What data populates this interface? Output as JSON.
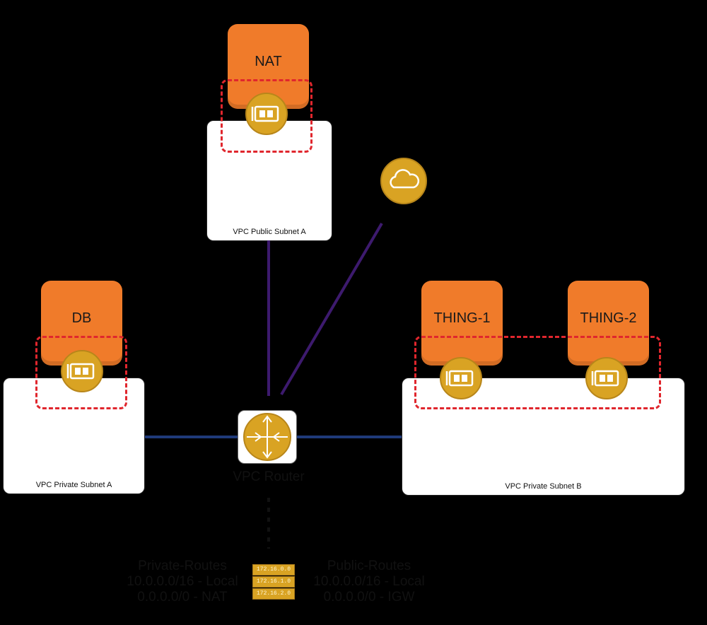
{
  "instances": {
    "nat": "NAT",
    "db": "DB",
    "thing1": "THING-1",
    "thing2": "THING-2"
  },
  "subnets": {
    "public_a": "VPC Public Subnet A",
    "private_a": "VPC Private Subnet A",
    "private_b": "VPC Private Subnet B"
  },
  "router": {
    "label": "VPC Router"
  },
  "routes": {
    "private": {
      "title": "Private-Routes",
      "lines": [
        "10.0.0.0/16 - Local",
        "0.0.0.0/0 - NAT"
      ]
    },
    "public": {
      "title": "Public-Routes",
      "lines": [
        "10.0.0.0/16 - Local",
        "0.0.0.0/0 - IGW"
      ]
    },
    "table_entries": [
      "172.16.0.0",
      "172.16.1.0",
      "172.16.2.0"
    ]
  },
  "icons": [
    "eni-icon",
    "internet-gateway-cloud-icon",
    "router-icon",
    "route-table-icon"
  ],
  "colors": {
    "background": "#000000",
    "instance": "#f07b2a",
    "eni": "#d9a323",
    "dashed_border": "#e0262d",
    "private_link": "#1f3a7a",
    "public_link": "#3d1a6e"
  }
}
